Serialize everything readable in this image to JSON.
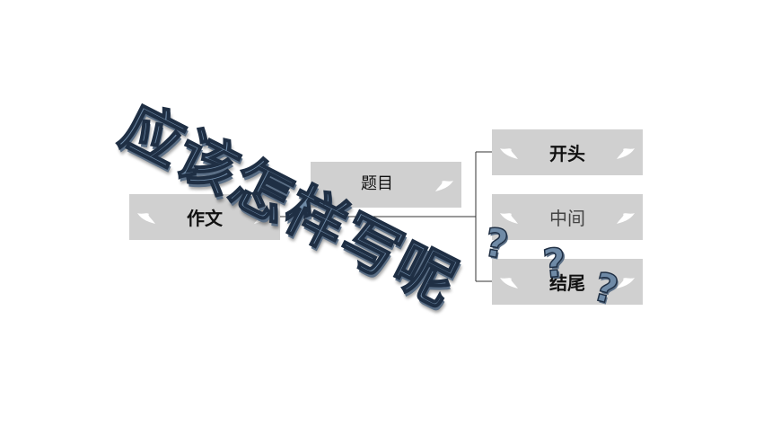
{
  "nodes": {
    "root": "作文",
    "middle": "题目",
    "branch_top": "开头",
    "branch_mid": "中间",
    "branch_bottom": "结尾"
  },
  "overlay": {
    "main_text": "应该怎样写呢",
    "question_mark": "?"
  },
  "colors": {
    "box_fill": "#d0d0d0",
    "art_fill": "#6f8aa6",
    "art_outline": "#1f2f44"
  },
  "icons": [
    "wing-icon"
  ]
}
